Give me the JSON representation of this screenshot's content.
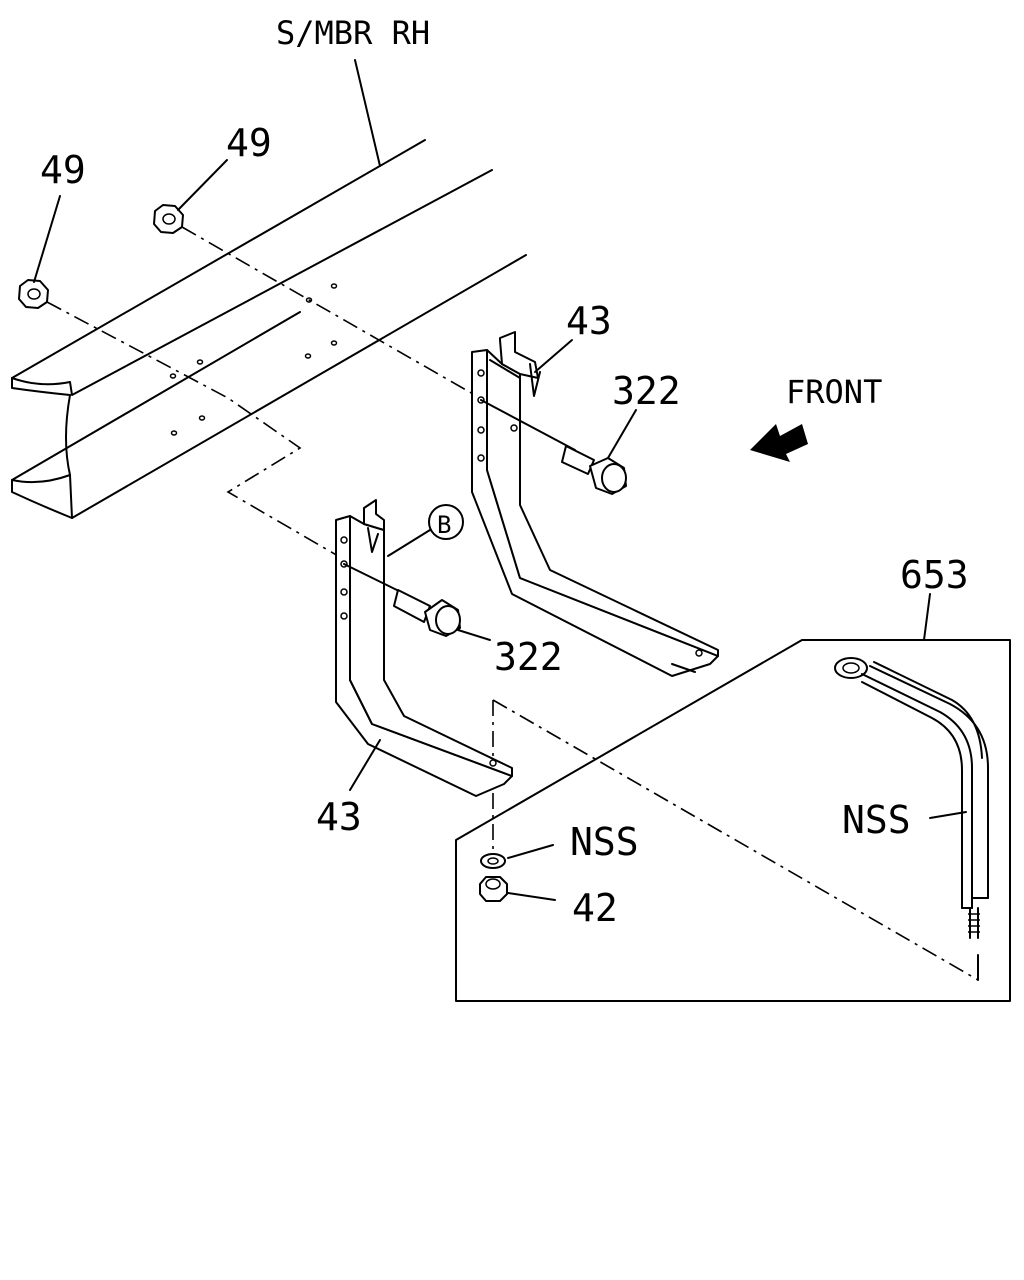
{
  "labels": {
    "side_member": "S/MBR RH",
    "nut_upper": "49",
    "nut_left": "49",
    "bracket_rear_top": "43",
    "bolt_rear": "322",
    "front": "FRONT",
    "callout_b": "B",
    "bolt_front": "322",
    "bracket_front_bottom": "43",
    "strap_kit": "653",
    "nss_strap": "NSS",
    "nss_washer": "NSS",
    "nut_42": "42"
  },
  "icons": {
    "front_arrow": "front-direction-arrow-icon"
  }
}
